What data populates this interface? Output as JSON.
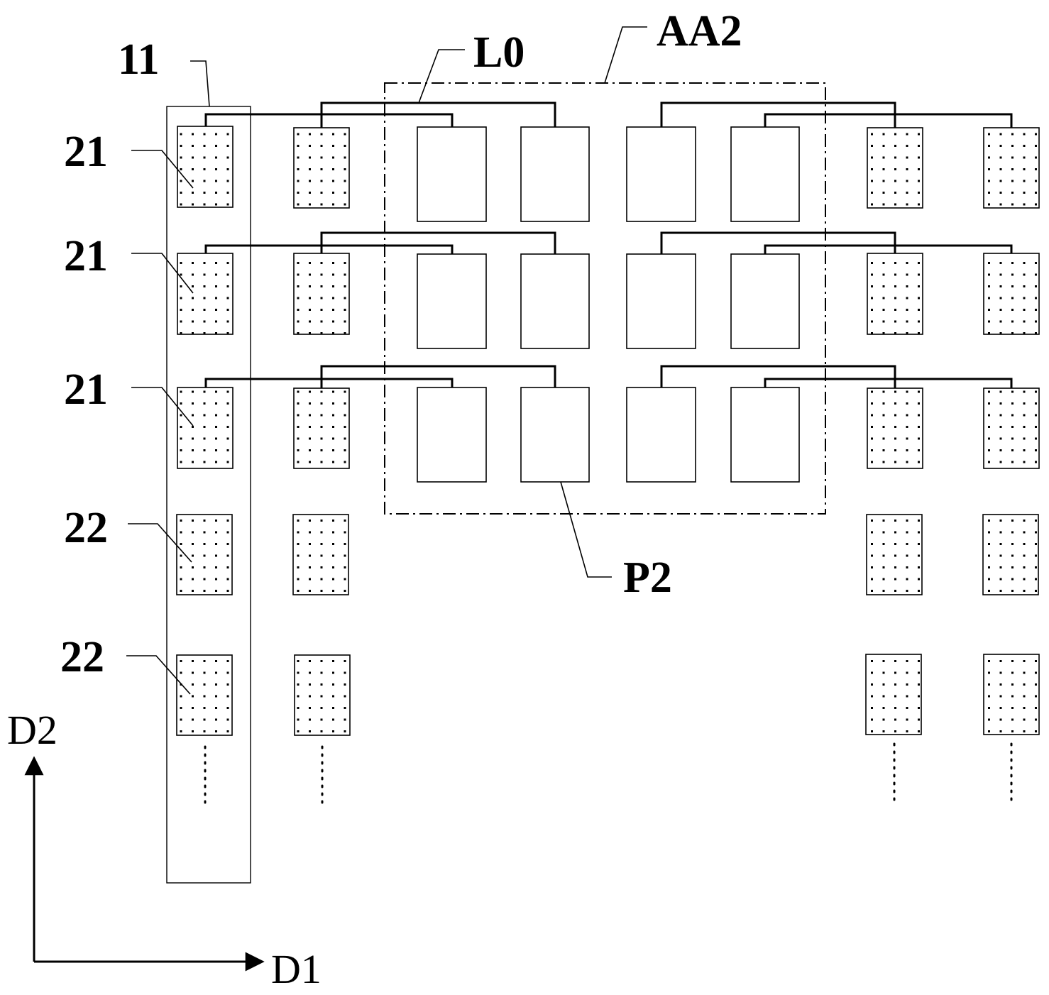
{
  "figure": {
    "labels": {
      "column_group": "11",
      "row_21_a": "21",
      "row_21_b": "21",
      "row_21_c": "21",
      "row_22_a": "22",
      "row_22_b": "22",
      "wire": "L0",
      "region": "AA2",
      "pixel": "P2",
      "axis_horizontal": "D1",
      "axis_vertical": "D2"
    },
    "colors": {
      "ink": "#000000",
      "background": "#ffffff",
      "dot_fill": "#000000"
    }
  }
}
